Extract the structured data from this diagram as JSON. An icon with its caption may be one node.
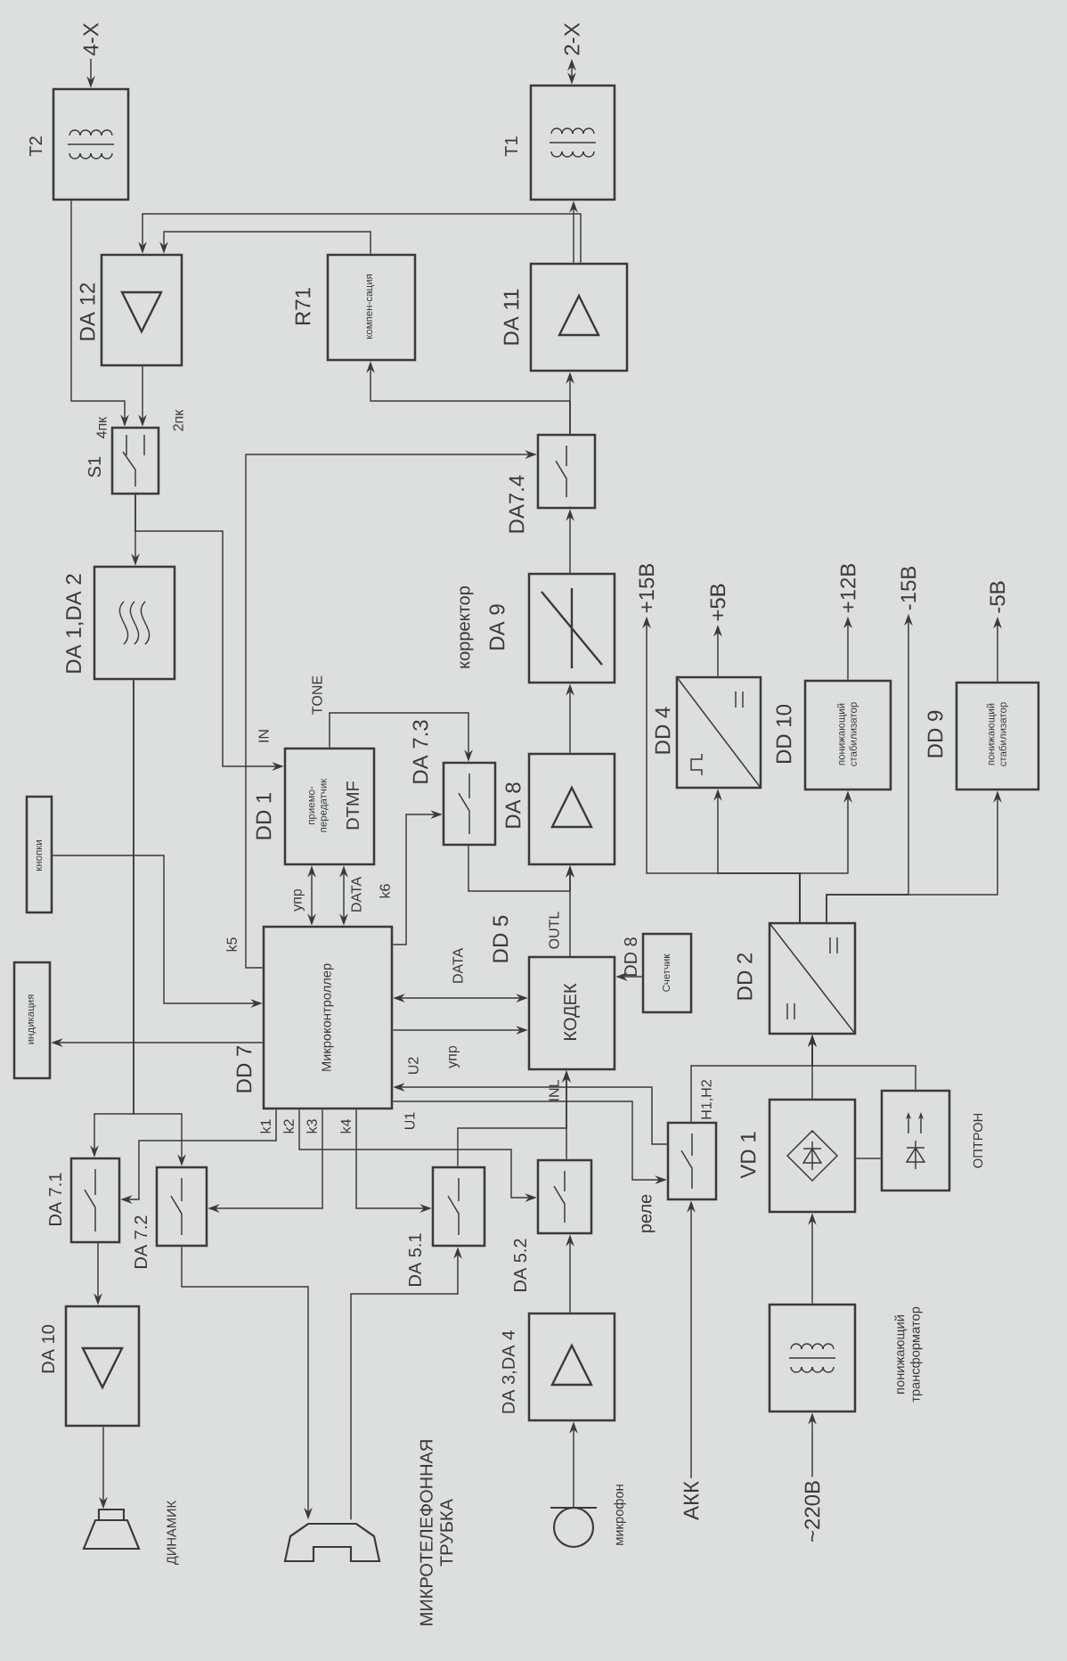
{
  "diagram": {
    "nodes": [
      {
        "text": [
          "4-X"
        ]
      },
      {
        "text": [
          "T2"
        ]
      },
      {
        "text": [
          "2-X"
        ]
      },
      {
        "text": [
          "T1"
        ]
      },
      {
        "text": [
          "DA 12"
        ]
      },
      {
        "text": [
          "R71",
          "компен-сация"
        ]
      },
      {
        "text": [
          "DA 11"
        ]
      },
      {
        "text": [
          "S1"
        ]
      },
      {
        "text": [
          "DA7.4"
        ]
      },
      {
        "text": [
          "DA 1,DA 2"
        ]
      },
      {
        "text": [
          "корректор",
          "DA 9"
        ]
      },
      {
        "text": [
          "DD 1",
          "приемо-передатчик",
          "DTMF"
        ]
      },
      {
        "text": [
          "DA 7.3"
        ]
      },
      {
        "text": [
          "DA 8"
        ]
      },
      {
        "text": [
          "кнопки"
        ]
      },
      {
        "text": [
          "индикация"
        ]
      },
      {
        "text": [
          "DD 7",
          "Микроконтроллер"
        ]
      },
      {
        "text": [
          "DD 5",
          "КОДЕК"
        ]
      },
      {
        "text": [
          "DD 8",
          "Счетчик"
        ]
      },
      {
        "text": [
          "DD 2"
        ]
      },
      {
        "text": [
          "DD 4"
        ]
      },
      {
        "text": [
          "DD 10",
          "понижающий стабилизатор"
        ]
      },
      {
        "text": [
          "DD 9",
          "понижающий стабилизатор"
        ]
      },
      {
        "text": [
          "+15В"
        ]
      },
      {
        "text": [
          "+5В"
        ]
      },
      {
        "text": [
          "+12В"
        ]
      },
      {
        "text": [
          "-15В"
        ]
      },
      {
        "text": [
          "-5В"
        ]
      },
      {
        "text": [
          "DA 7.1"
        ]
      },
      {
        "text": [
          "DA 7.2"
        ]
      },
      {
        "text": [
          "DA 5.1"
        ]
      },
      {
        "text": [
          "DA 5.2"
        ]
      },
      {
        "text": [
          "реле"
        ]
      },
      {
        "text": [
          "VD 1"
        ]
      },
      {
        "text": [
          "ОПТРОН"
        ]
      },
      {
        "text": [
          "DA 10"
        ]
      },
      {
        "text": [
          "DA 3,DA 4"
        ]
      },
      {
        "text": [
          "понижающий трансформатор"
        ]
      },
      {
        "text": [
          "ДИНАМИК"
        ]
      },
      {
        "text": [
          "МИКРОТЕЛЕФОННАЯ ТРУБКА"
        ]
      },
      {
        "text": [
          "микрофон"
        ]
      },
      {
        "text": [
          "АКК"
        ]
      },
      {
        "text": [
          "~220В"
        ]
      }
    ],
    "edges": [
      {
        "from": 0,
        "to": 1,
        "arrow": "to"
      },
      {
        "from": 2,
        "to": 3,
        "arrow": "both"
      },
      {
        "from": 6,
        "to": 3,
        "arrow": "to"
      },
      {
        "from": 8,
        "to": 6,
        "arrow": "to"
      },
      {
        "from": 10,
        "to": 8,
        "arrow": "to"
      },
      {
        "from": 13,
        "to": 10,
        "arrow": "to"
      },
      {
        "from": 17,
        "to": 13,
        "arrow": "to"
      },
      {
        "from": 1,
        "to": 7,
        "arrow": "to"
      },
      {
        "from": 4,
        "to": 7,
        "arrow": "to"
      },
      {
        "from": 6,
        "to": 4,
        "arrow": "to"
      },
      {
        "from": 5,
        "to": 4,
        "arrow": "to"
      },
      {
        "from": 8,
        "to": 5,
        "arrow": "to"
      },
      {
        "from": 7,
        "to": 9,
        "arrow": "to"
      },
      {
        "from": 7,
        "to": 11,
        "arrow": "to"
      },
      {
        "from": 16,
        "to": 8,
        "arrow": "to"
      },
      {
        "from": 11,
        "to": 12,
        "arrow": "to"
      },
      {
        "from": 16,
        "to": 12,
        "arrow": "to"
      },
      {
        "from": 12,
        "to": 13,
        "arrow": "to"
      },
      {
        "from": 16,
        "to": 11,
        "arrow": "both"
      },
      {
        "from": 16,
        "to": 11,
        "arrow": "both"
      },
      {
        "from": 14,
        "to": 16,
        "arrow": "to"
      },
      {
        "from": 16,
        "to": 15,
        "arrow": "to"
      },
      {
        "from": 16,
        "to": 17,
        "arrow": "both"
      },
      {
        "from": 16,
        "to": 17,
        "arrow": "to"
      },
      {
        "from": 18,
        "to": 17,
        "arrow": "to"
      },
      {
        "from": 32,
        "to": 16,
        "arrow": "to"
      },
      {
        "from": 16,
        "to": 32,
        "arrow": "to"
      },
      {
        "from": 32,
        "to": 19,
        "arrow": "to"
      },
      {
        "from": 33,
        "to": 19,
        "arrow": "to"
      },
      {
        "from": 34,
        "to": 19,
        "arrow": "to"
      },
      {
        "from": 33,
        "to": 34,
        "arrow": "none"
      },
      {
        "from": 37,
        "to": 33,
        "arrow": "to"
      },
      {
        "from": 42,
        "to": 37,
        "arrow": "to"
      },
      {
        "from": 41,
        "to": 32,
        "arrow": "to"
      },
      {
        "from": 19,
        "to": 20,
        "arrow": "to"
      },
      {
        "from": 19,
        "to": 23,
        "arrow": "to"
      },
      {
        "from": 19,
        "to": 21,
        "arrow": "to"
      },
      {
        "from": 19,
        "to": 26,
        "arrow": "to"
      },
      {
        "from": 19,
        "to": 22,
        "arrow": "to"
      },
      {
        "from": 20,
        "to": 24,
        "arrow": "to"
      },
      {
        "from": 21,
        "to": 25,
        "arrow": "to"
      },
      {
        "from": 22,
        "to": 27,
        "arrow": "to"
      },
      {
        "from": 9,
        "to": 28,
        "arrow": "to"
      },
      {
        "from": 9,
        "to": 29,
        "arrow": "to"
      },
      {
        "from": 16,
        "to": 28,
        "arrow": "to"
      },
      {
        "from": 16,
        "to": 31,
        "arrow": "to"
      },
      {
        "from": 16,
        "to": 29,
        "arrow": "to"
      },
      {
        "from": 16,
        "to": 30,
        "arrow": "to"
      },
      {
        "from": 30,
        "to": 17,
        "arrow": "to"
      },
      {
        "from": 31,
        "to": 17,
        "arrow": "to"
      },
      {
        "from": 28,
        "to": 35,
        "arrow": "to"
      },
      {
        "from": 35,
        "to": 38,
        "arrow": "to"
      },
      {
        "from": 29,
        "to": 39,
        "arrow": "to"
      },
      {
        "from": 39,
        "to": 30,
        "arrow": "to"
      },
      {
        "from": 40,
        "to": 36,
        "arrow": "to"
      },
      {
        "from": 36,
        "to": 31,
        "arrow": "to"
      }
    ],
    "labels": [
      "4пк",
      "2пк",
      "TONE",
      "IN",
      "упр",
      "DATA",
      "k6",
      "k5",
      "DATA",
      "U2",
      "упр",
      "U1",
      "OUTL",
      "INL",
      "k1",
      "k2",
      "k3",
      "k4",
      "H1,H2"
    ]
  }
}
